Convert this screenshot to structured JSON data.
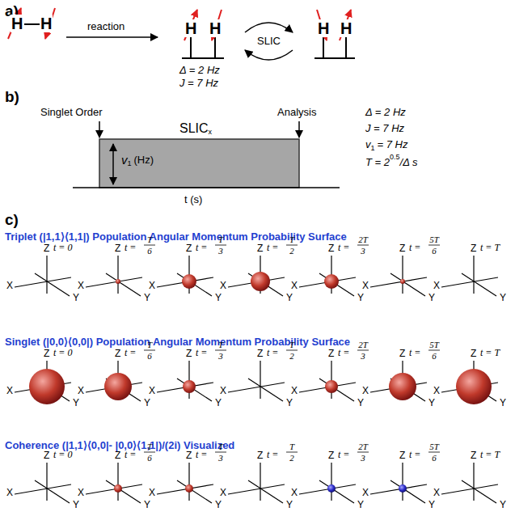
{
  "diagram": {
    "labels": [
      "a)",
      "H",
      "H",
      "reaction",
      "H",
      "H",
      "Δ = 2 Hz",
      "J = 7 Hz",
      "SLIC",
      "H",
      "H",
      "b)",
      "Singlet Order",
      "Analysis",
      "SLIC",
      "x",
      "v",
      "1",
      "(Hz)",
      "t (s)",
      "Δ = 2 Hz",
      "J = 7 Hz",
      "v",
      "1",
      "= 7 Hz",
      "T = 2",
      "0.5",
      "/Δ s",
      "c)",
      "Triplet (|1,1⟩⟨1,1|) Population Angular Momentum Probability Surface",
      "Z",
      "X",
      "Y",
      "t = 0",
      "Z",
      "X",
      "Y",
      "t =",
      "T",
      "6",
      "Z",
      "X",
      "Y",
      "t =",
      "T",
      "3",
      "Z",
      "X",
      "Y",
      "t =",
      "T",
      "2",
      "Z",
      "X",
      "Y",
      "t =",
      "2T",
      "3",
      "Z",
      "X",
      "Y",
      "t =",
      "5T",
      "6",
      "Z",
      "X",
      "Y",
      "t = T",
      "Singlet (|0,0⟩⟨0,0|) Population Angular Momentum Probability Surface",
      "Z",
      "X",
      "Y",
      "t = 0",
      "Z",
      "X",
      "Y",
      "t =",
      "T",
      "6",
      "Z",
      "X",
      "Y",
      "t =",
      "T",
      "3",
      "Z",
      "X",
      "Y",
      "t =",
      "T",
      "2",
      "Z",
      "X",
      "Y",
      "t =",
      "2T",
      "3",
      "Z",
      "X",
      "Y",
      "t =",
      "5T",
      "6",
      "Z",
      "X",
      "Y",
      "t = T",
      "Coherence (|1,1⟩⟨0,0|- |0,0⟩⟨1,1|)/(2i) Visualized",
      "Z",
      "X",
      "Y",
      "t = 0",
      "Z",
      "X",
      "Y",
      "t =",
      "T",
      "6",
      "Z",
      "X",
      "Y",
      "t =",
      "T",
      "3",
      "Z",
      "X",
      "Y",
      "t =",
      "T",
      "2",
      "Z",
      "X",
      "Y",
      "t =",
      "2T",
      "3",
      "Z",
      "X",
      "Y",
      "t =",
      "5T",
      "6",
      "Z",
      "X",
      "Y",
      "t = T"
    ]
  }
}
